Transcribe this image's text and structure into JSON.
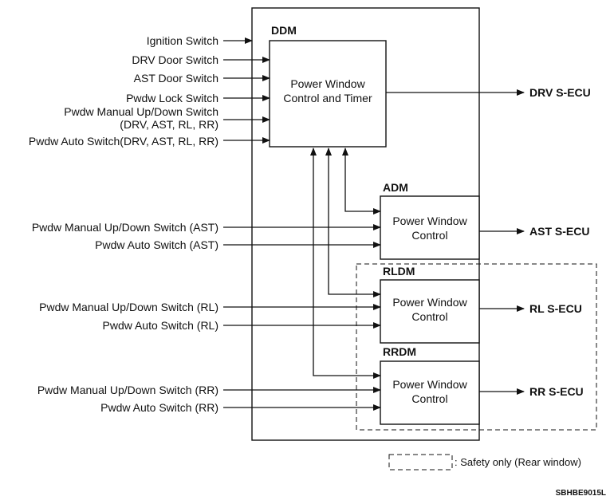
{
  "modules": {
    "ddm": {
      "label": "DDM",
      "line1": "Power Window",
      "line2": "Control and Timer"
    },
    "adm": {
      "label": "ADM",
      "line1": "Power Window",
      "line2": "Control"
    },
    "rldm": {
      "label": "RLDM",
      "line1": "Power Window",
      "line2": "Control"
    },
    "rrdm": {
      "label": "RRDM",
      "line1": "Power Window",
      "line2": "Control"
    }
  },
  "inputs": {
    "ddm": [
      "Ignition Switch",
      "DRV Door Switch",
      "AST Door Switch",
      "Pwdw Lock Switch",
      "Pwdw Manual Up/Down Switch",
      "(DRV, AST, RL, RR)",
      "Pwdw Auto Switch(DRV, AST, RL, RR)"
    ],
    "adm": [
      "Pwdw Manual Up/Down Switch (AST)",
      "Pwdw Auto Switch (AST)"
    ],
    "rldm": [
      "Pwdw Manual Up/Down Switch (RL)",
      "Pwdw Auto Switch (RL)"
    ],
    "rrdm": [
      "Pwdw Manual Up/Down Switch (RR)",
      "Pwdw Auto Switch (RR)"
    ]
  },
  "outputs": {
    "drv": "DRV S-ECU",
    "ast": "AST S-ECU",
    "rl": "RL S-ECU",
    "rr": "RR S-ECU"
  },
  "legend": {
    "text": ": Safety only (Rear window)"
  },
  "figure_code": "SBHBE9015L"
}
